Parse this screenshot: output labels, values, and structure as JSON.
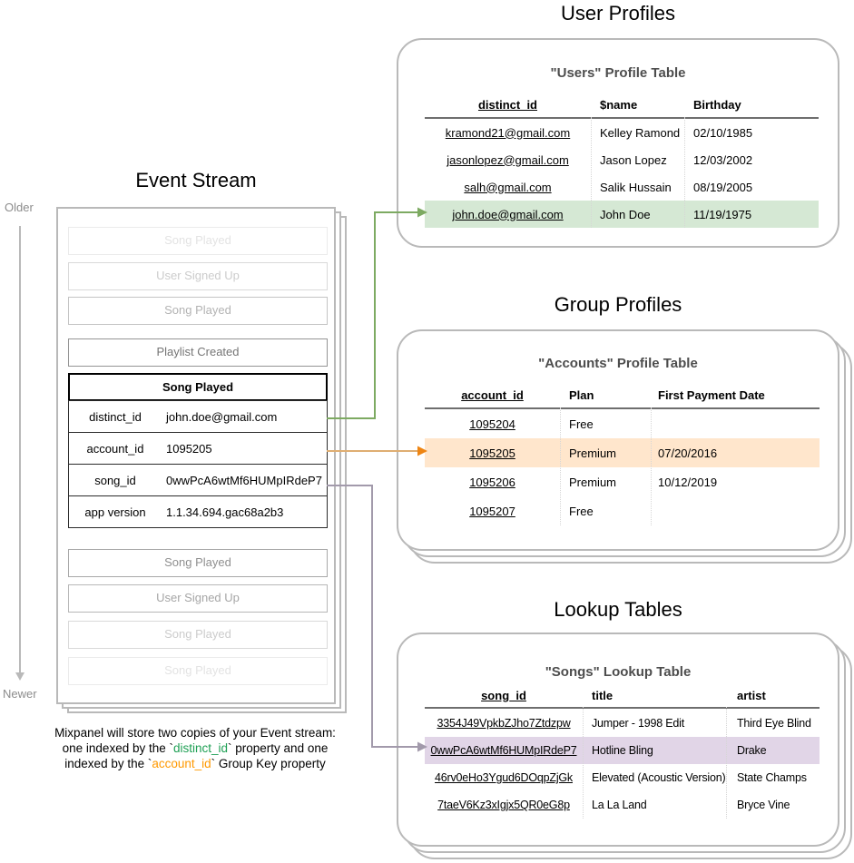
{
  "colors": {
    "highlight_green": "#d5e8d4",
    "highlight_orange": "#ffe6cc",
    "highlight_purple": "#e1d5e7",
    "arrow_green": "#7daa62",
    "arrow_orange_line": "#dfae72",
    "arrow_orange_head": "#ee8513",
    "arrow_purple": "#a29aab",
    "code_green": "#1fa055",
    "code_orange": "#ff9900"
  },
  "stream": {
    "title": "Event Stream",
    "older_label": "Older",
    "newer_label": "Newer",
    "events_before": [
      "Song Played",
      "User Signed Up",
      "Song Played",
      "Playlist Created"
    ],
    "active_event": {
      "title": "Song Played",
      "properties": [
        {
          "key": "distinct_id",
          "value": "john.doe@gmail.com",
          "highlight": "green"
        },
        {
          "key": "account_id",
          "value": "1095205",
          "highlight": "orange"
        },
        {
          "key": "song_id",
          "value": "0wwPcA6wtMf6HUMpIRdeP7",
          "highlight": "purple"
        },
        {
          "key": "app version",
          "value": "1.1.34.694.gac68a2b3",
          "highlight": "none"
        }
      ]
    },
    "events_after": [
      "Song Played",
      "User Signed Up",
      "Song Played",
      "Song Played"
    ]
  },
  "user_profiles": {
    "section_title": "User Profiles",
    "table_title": "\"Users\" Profile Table",
    "columns": [
      "distinct_id",
      "$name",
      "Birthday"
    ],
    "rows": [
      [
        "kramond21@gmail.com",
        "Kelley Ramond",
        "02/10/1985"
      ],
      [
        "jasonlopez@gmail.com",
        "Jason Lopez",
        "12/03/2002"
      ],
      [
        "salh@gmail.com",
        "Salik Hussain",
        "08/19/2005"
      ],
      [
        "john.doe@gmail.com",
        "John Doe",
        "11/19/1975"
      ]
    ],
    "highlighted_row": 3
  },
  "group_profiles": {
    "section_title": "Group Profiles",
    "table_title": "\"Accounts\" Profile Table",
    "columns": [
      "account_id",
      "Plan",
      "First Payment Date"
    ],
    "rows": [
      [
        "1095204",
        "Free",
        ""
      ],
      [
        "1095205",
        "Premium",
        "07/20/2016"
      ],
      [
        "1095206",
        "Premium",
        "10/12/2019"
      ],
      [
        "1095207",
        "Free",
        ""
      ]
    ],
    "highlighted_row": 1
  },
  "lookup_tables": {
    "section_title": "Lookup Tables",
    "table_title": "\"Songs\" Lookup Table",
    "columns": [
      "song_id",
      "title",
      "artist"
    ],
    "rows": [
      [
        "3354J49VpkbZJho7Ztdzpw",
        "Jumper - 1998 Edit",
        "Third Eye Blind"
      ],
      [
        "0wwPcA6wtMf6HUMpIRdeP7",
        "Hotline Bling",
        "Drake"
      ],
      [
        "46rv0eHo3Ygud6DOqpZjGk",
        "Elevated (Acoustic Version)",
        "State Champs"
      ],
      [
        "7taeV6Kz3xIgjx5QR0eG8p",
        "La La Land",
        "Bryce Vine"
      ]
    ],
    "highlighted_row": 1
  },
  "footnote": {
    "line1": "Mixpanel will store two copies of your Event stream:",
    "line2_pre": "one indexed by the `",
    "line2_code": "distinct_id",
    "line2_post": "` property and one",
    "line3_pre": "indexed by the `",
    "line3_code": "account_id",
    "line3_post": "` Group Key property"
  }
}
